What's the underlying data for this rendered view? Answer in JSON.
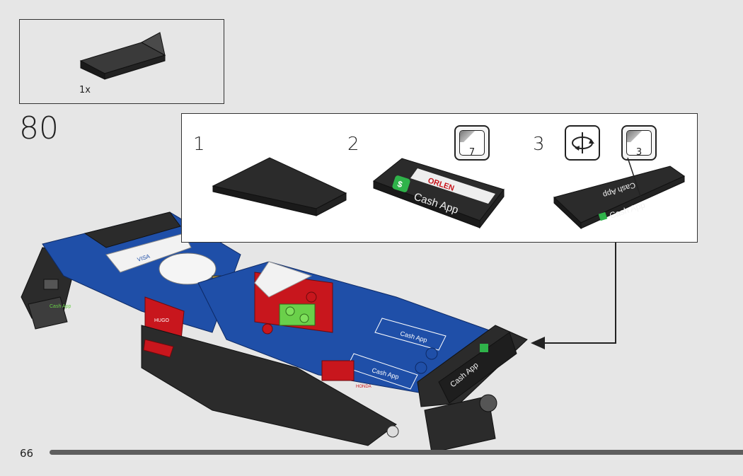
{
  "parts_callout": {
    "quantity": "1x"
  },
  "step": {
    "number": "80"
  },
  "substeps": [
    {
      "number": "1"
    },
    {
      "number": "2",
      "sticker_ref": "7"
    },
    {
      "number": "3",
      "sticker_ref": "3",
      "icon": "rotate-model-icon"
    }
  ],
  "stickers": {
    "orlen_label": "ORLEN",
    "cashapp_label": "Cash App",
    "cashapp_symbol": "$",
    "hugo_label": "HUGO",
    "visa_label": "VISA",
    "honda_label": "HONDA"
  },
  "page": {
    "number": "66"
  },
  "colors": {
    "background": "#e6e6e6",
    "brick_black": "#2b2b2b",
    "brick_blue": "#1f4fa8",
    "brick_red": "#c8161d",
    "brick_white": "#f2f2f2",
    "brick_green": "#6ad04a",
    "cashapp_green": "#2fb34a",
    "progress_bar": "#5e5e5e"
  }
}
